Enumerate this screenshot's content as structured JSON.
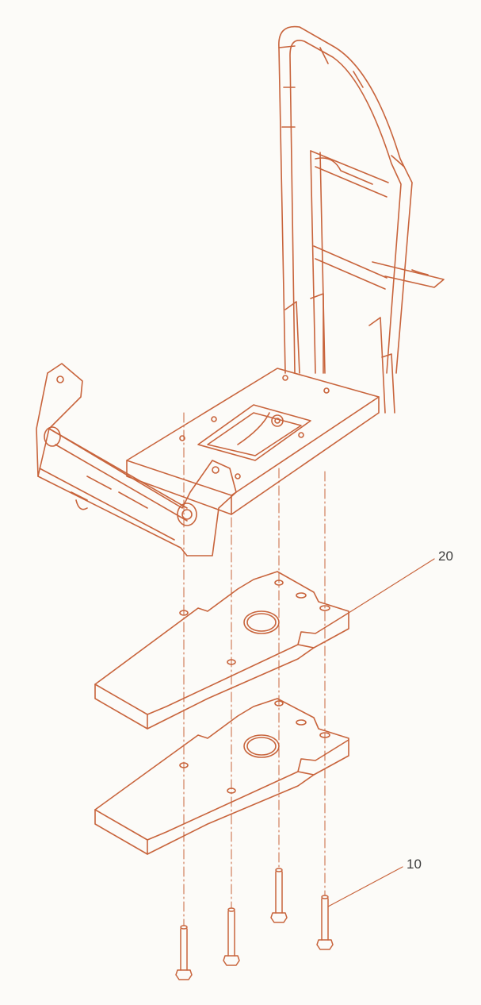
{
  "diagram": {
    "stroke_color": "#c8643c",
    "background": "#fcfbf8",
    "callouts": [
      {
        "id": "frame-plate",
        "label": "20"
      },
      {
        "id": "bolt",
        "label": "10"
      }
    ]
  }
}
